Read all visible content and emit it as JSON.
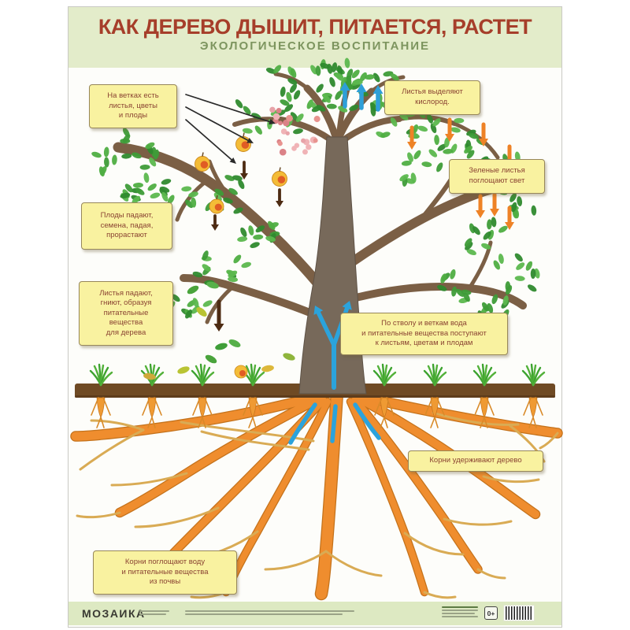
{
  "poster": {
    "title": "КАК ДЕРЕВО ДЫШИТ, ПИТАЕТСЯ, РАСТЕТ",
    "subtitle": "ЭКОЛОГИЧЕСКОЕ ВОСПИТАНИЕ"
  },
  "labels": [
    {
      "name": "branches-have",
      "text": "На ветках есть\nлистья, цветы\nи плоды"
    },
    {
      "name": "leaves-oxygen",
      "text": "Листья выделяют\nкислород."
    },
    {
      "name": "leaves-light",
      "text": "Зеленые листья\nпоглощают свет"
    },
    {
      "name": "fruits-fall",
      "text": "Плоды падают,\nсемена, падая,\nпрорастают"
    },
    {
      "name": "leaves-rot",
      "text": "Листья падают,\nгниют, образуя\nпитательные\nвещества\nдля дерева"
    },
    {
      "name": "water-up-trunk",
      "text": "По стволу и веткам вода\nи питательные вещества поступают\nк листьям, цветам и плодам"
    },
    {
      "name": "roots-hold",
      "text": "Корни удерживают дерево"
    },
    {
      "name": "roots-absorb",
      "text": "Корни поглощают воду\nи питательные вещества\nиз почвы"
    }
  ],
  "footer": {
    "publisher": "МОЗАИКА",
    "age_badge": "0+"
  },
  "colors": {
    "header_bg": "#e3ecca",
    "title": "#a63e2a",
    "subtitle": "#7d955f",
    "label_bg": "#f9f2a0",
    "label_text": "#8a4332",
    "oxygen_arrow": "#2e9fd8",
    "light_arrow": "#ee8226",
    "water_flow": "#2ba3dc",
    "fruit_fall_arrow": "#4d2b12",
    "trunk": "#77695a",
    "roots": "#ef8d2e",
    "ground": "#6f4a24",
    "leaves": "#3e9c38",
    "flowers": "#e8938f"
  }
}
